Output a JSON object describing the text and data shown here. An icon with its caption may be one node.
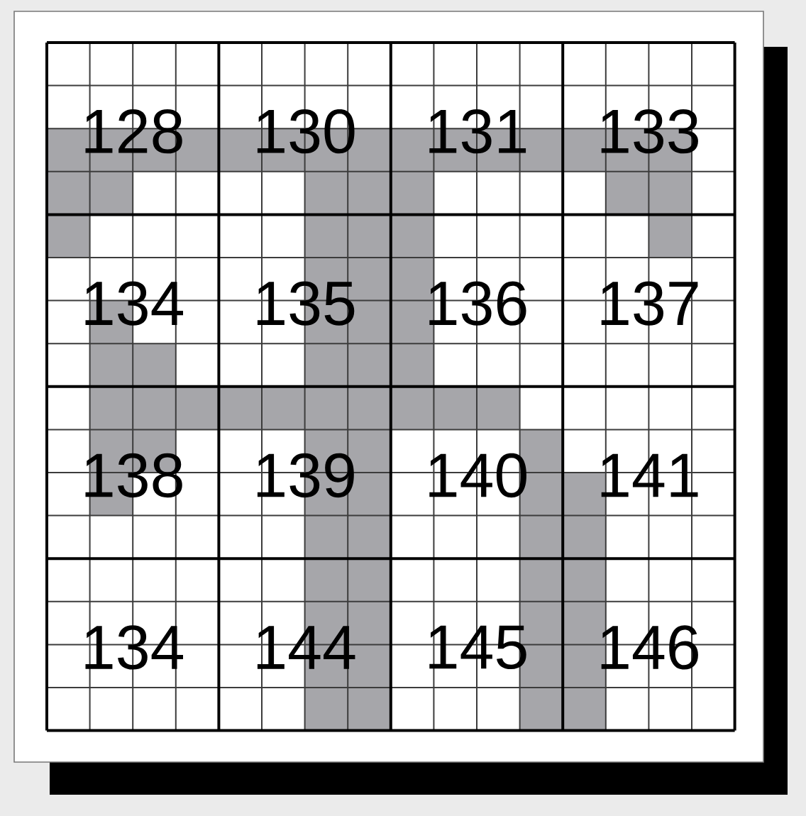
{
  "diagram": {
    "labels": [
      "128",
      "130",
      "131",
      "133",
      "134",
      "135",
      "136",
      "137",
      "138",
      "139",
      "140",
      "141",
      "134",
      "144",
      "145",
      "146"
    ]
  }
}
